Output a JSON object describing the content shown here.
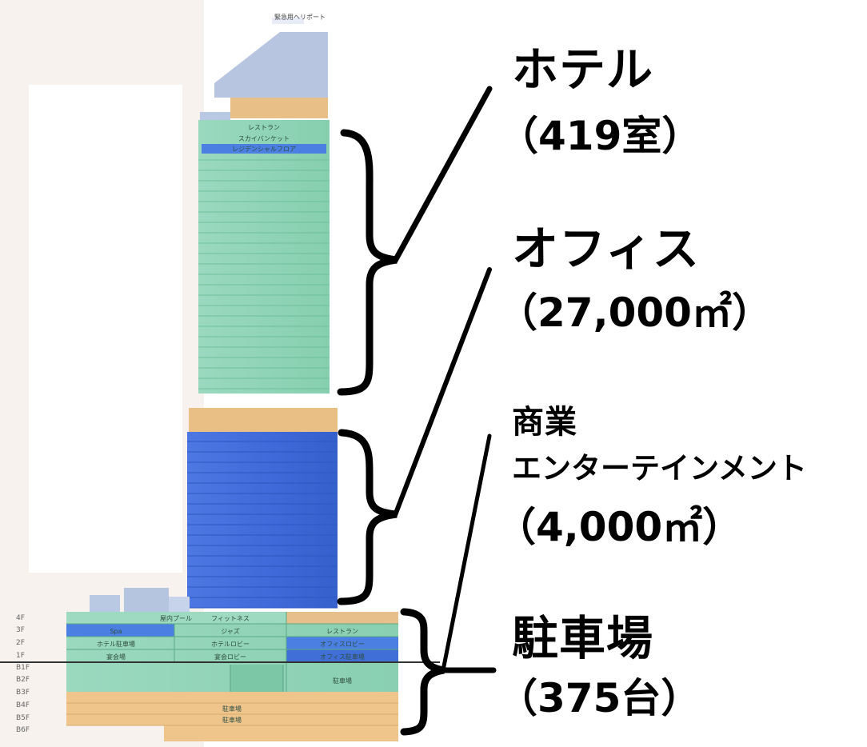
{
  "annotations": {
    "hotel": {
      "title": "ホテル",
      "value": "（419室）"
    },
    "office": {
      "title": "オフィス",
      "value": "（27,000㎡）"
    },
    "commercial": {
      "title_line1": "商業",
      "title_line2": "エンターテインメント",
      "value": "（4,000㎡）"
    },
    "parking": {
      "title": "駐車場",
      "value": "（375台）"
    }
  },
  "building": {
    "top_label": "緊急用ヘリポート",
    "hotel_top_floors": [
      "レストラン",
      "スカイバンケット",
      "レジデンシャルフロア"
    ],
    "podium_rooms": {
      "left": [
        "屋内プール",
        "フィットネス",
        "Spa",
        "ホテル駐車場",
        "宴会場"
      ],
      "center": [
        "ジャズ",
        "ホテルロビー",
        "宴会ロビー"
      ],
      "right": [
        "レストラン",
        "オフィスロビー",
        "オフィス駐車場",
        "駐車場"
      ]
    },
    "floor_labels": [
      "4F",
      "3F",
      "2F",
      "1F",
      "B1F",
      "B2F",
      "B3F",
      "B4F",
      "B5F",
      "B6F"
    ],
    "parking_labels": [
      "駐車場",
      "駐車場"
    ]
  },
  "colors": {
    "hotel_green": "#8fd3b5",
    "office_blue": "#3e6bdc",
    "tan_floor": "#f0c58c",
    "helipad": "#a7b8d8",
    "bracket": "#000000"
  }
}
